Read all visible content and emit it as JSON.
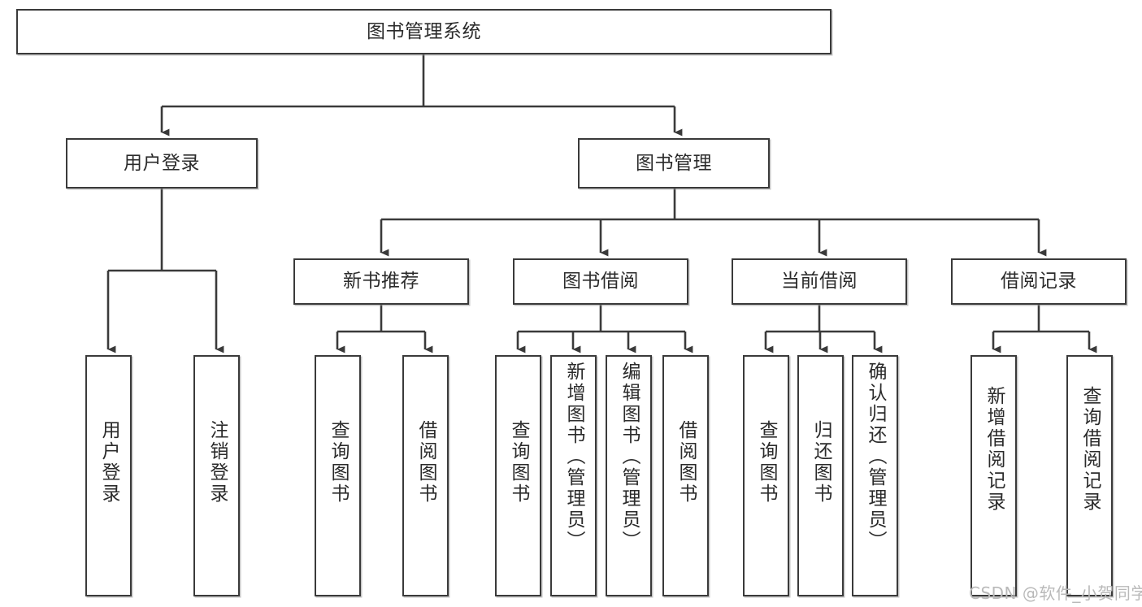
{
  "diagram": {
    "title": "图书管理系统",
    "type": "tree-hierarchy-chart",
    "watermark": "CSDN @软件_小贺同学",
    "colors": {
      "stroke": "#3a3a3a",
      "fill": "#ffffff",
      "text": "#2b2b2b",
      "watermark": "#b9b9b9"
    }
  },
  "nodes": {
    "root": {
      "label": "图书管理系统"
    },
    "level1": [
      {
        "id": "user-login",
        "label": "用户登录"
      },
      {
        "id": "book-manage",
        "label": "图书管理"
      }
    ],
    "level2": [
      {
        "id": "new-book-rec",
        "label": "新书推荐"
      },
      {
        "id": "book-borrow",
        "label": "图书借阅"
      },
      {
        "id": "current-borrow",
        "label": "当前借阅"
      },
      {
        "id": "borrow-record",
        "label": "借阅记录"
      }
    ],
    "leaves": {
      "user-login": [
        {
          "id": "leaf-user-login",
          "label": "用户登录"
        },
        {
          "id": "leaf-logout-login",
          "label": "注销登录"
        }
      ],
      "new-book-rec": [
        {
          "id": "leaf-query-book-1",
          "label": "查询图书"
        },
        {
          "id": "leaf-borrow-book-1",
          "label": "借阅图书"
        }
      ],
      "book-borrow": [
        {
          "id": "leaf-query-book-2",
          "label": "查询图书"
        },
        {
          "id": "leaf-add-book",
          "label": "新增图书（管理员）"
        },
        {
          "id": "leaf-edit-book",
          "label": "编辑图书（管理员）"
        },
        {
          "id": "leaf-borrow-book-2",
          "label": "借阅图书"
        }
      ],
      "current-borrow": [
        {
          "id": "leaf-query-book-3",
          "label": "查询图书"
        },
        {
          "id": "leaf-return-book",
          "label": "归还图书"
        },
        {
          "id": "leaf-confirm-return",
          "label": "确认归还（管理员）"
        }
      ],
      "borrow-record": [
        {
          "id": "leaf-add-record",
          "label": "新增借阅记录"
        },
        {
          "id": "leaf-query-record",
          "label": "查询借阅记录"
        }
      ]
    }
  }
}
